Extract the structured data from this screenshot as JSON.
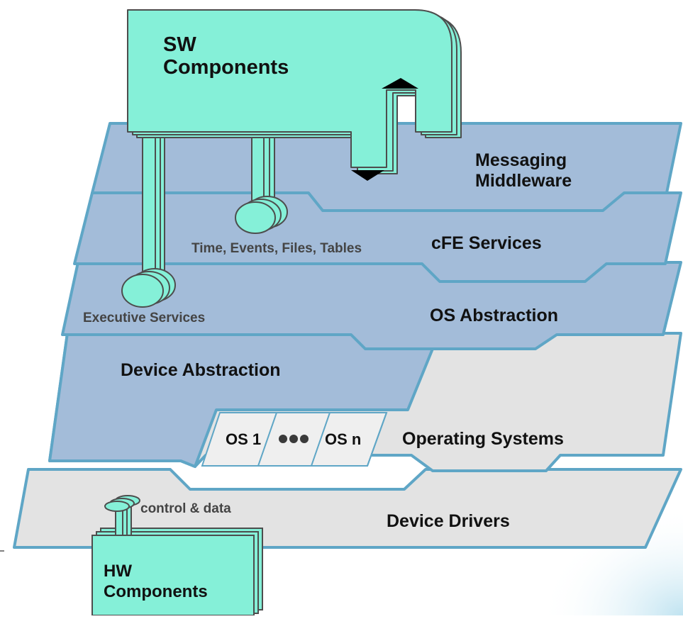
{
  "colors": {
    "layer_blue": "#a3bcd9",
    "layer_stroke": "#5fa6c6",
    "layer_gray": "#e3e3e3",
    "component_fill": "#85f0d8",
    "component_stroke": "#4d4d4d",
    "text": "#111111",
    "subtext": "#444444",
    "background_glow": "#cfe9f3"
  },
  "components": {
    "sw": {
      "line1": "SW",
      "line2": "Components"
    },
    "hw": {
      "line1": "HW",
      "line2": "Components"
    }
  },
  "layers": {
    "messaging": {
      "line1": "Messaging",
      "line2": "Middleware"
    },
    "cfe": {
      "label": "cFE Services"
    },
    "os_abstraction": {
      "label": "OS Abstraction"
    },
    "device_abstraction": {
      "label": "Device Abstraction"
    },
    "operating_systems": {
      "label": "Operating Systems",
      "os_first": "OS 1",
      "os_last": "OS n"
    },
    "device_drivers": {
      "label": "Device Drivers"
    }
  },
  "annotations": {
    "time_events": "Time, Events, Files, Tables",
    "executive": "Executive Services",
    "control_data": "control & data"
  }
}
